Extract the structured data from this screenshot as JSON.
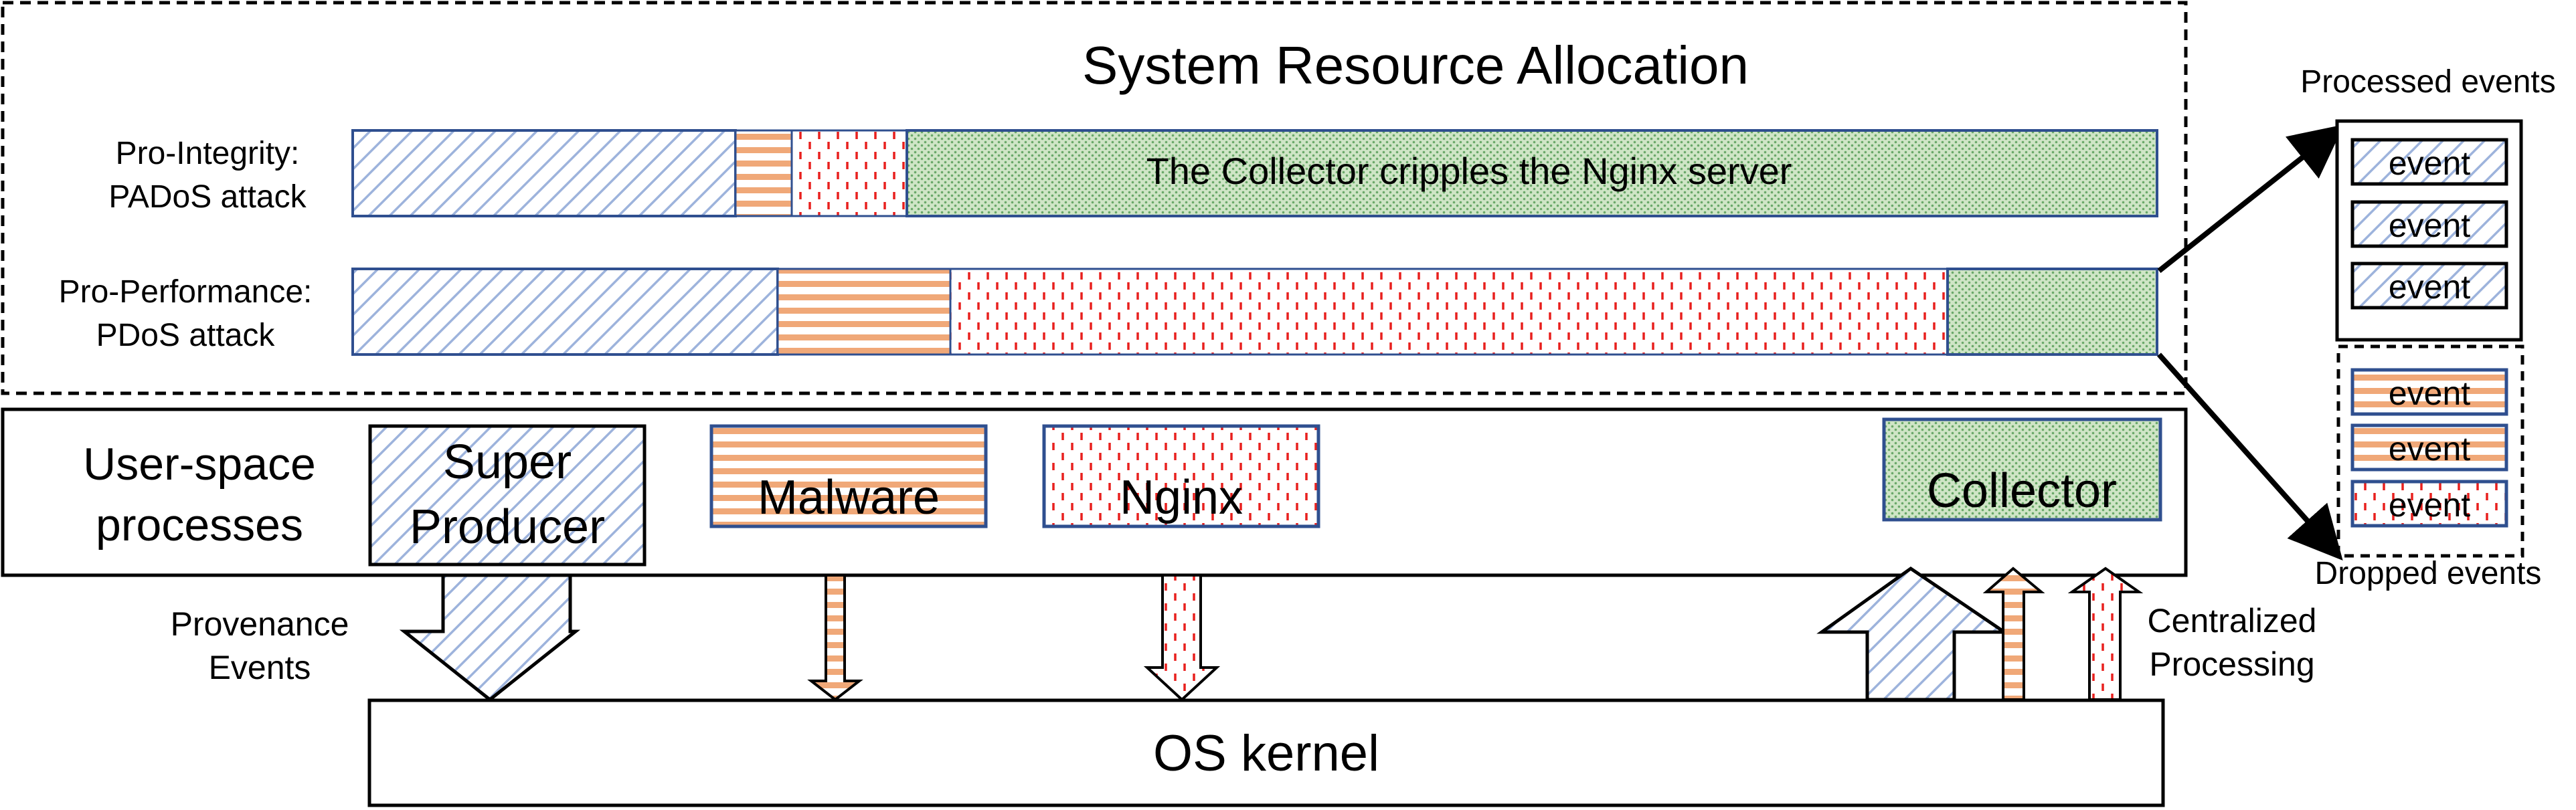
{
  "title": "System Resource Allocation",
  "rows": [
    {
      "label_line1": "Pro-Integrity:",
      "label_line2": "PADoS attack",
      "bar_text": "The Collector cripples the Nginx server"
    },
    {
      "label_line1": "Pro-Performance:",
      "label_line2": "PDoS attack",
      "bar_text": ""
    }
  ],
  "userspace": {
    "label_line1": "User-space",
    "label_line2": "processes",
    "super_line1": "Super",
    "super_line2": "Producer",
    "malware": "Malware",
    "nginx": "Nginx",
    "collector": "Collector"
  },
  "kernel": "OS kernel",
  "provenance_line1": "Provenance",
  "provenance_line2": "Events",
  "centralized_line1": "Centralized",
  "centralized_line2": "Processing",
  "processed": {
    "title": "Processed events",
    "items": [
      "event",
      "event",
      "event"
    ]
  },
  "dropped": {
    "title": "Dropped events",
    "items": [
      "event",
      "event",
      "event"
    ]
  },
  "colors": {
    "blue_stripe": "#9db3dc",
    "orange_stripe": "#f0a878",
    "red_dash": "#e8201e",
    "green_dots": "#7bb77a",
    "green_bg": "#cfe5c6",
    "box_border": "#2f4f8f"
  }
}
